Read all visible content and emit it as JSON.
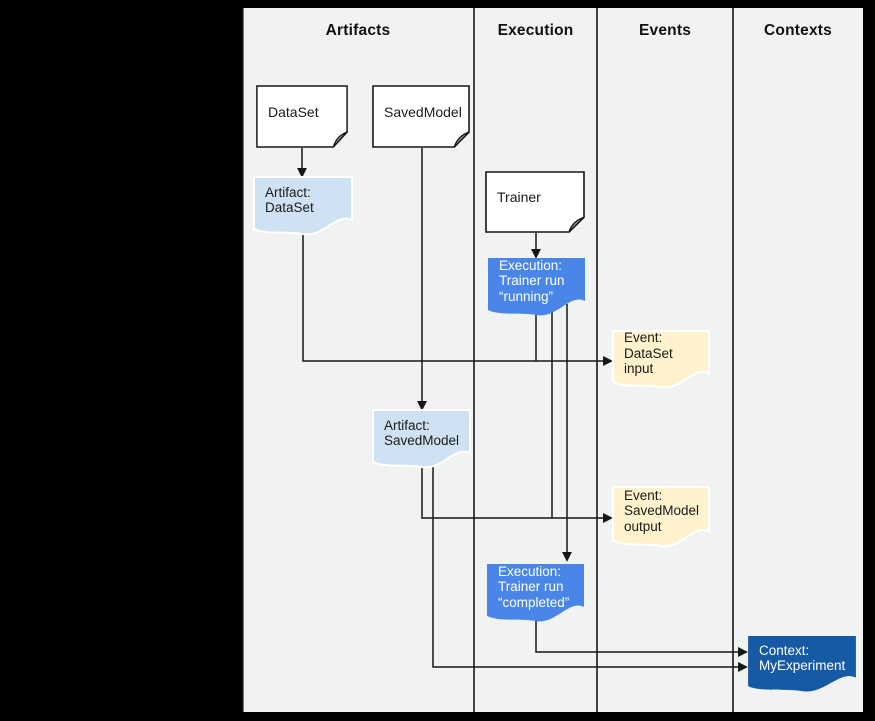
{
  "columns": [
    {
      "id": "artifacts",
      "label": "Artifacts"
    },
    {
      "id": "execution",
      "label": "Execution"
    },
    {
      "id": "events",
      "label": "Events"
    },
    {
      "id": "contexts",
      "label": "Contexts"
    }
  ],
  "nodes": {
    "dataset": {
      "label": "DataSet",
      "shape": "note"
    },
    "savedmodel": {
      "label": "SavedModel",
      "shape": "note"
    },
    "trainer": {
      "label": "Trainer",
      "shape": "note"
    },
    "artifact_dataset": {
      "label": "Artifact:\nDataSet",
      "shape": "document"
    },
    "execution_running": {
      "label": "Execution:\nTrainer run\n“running”",
      "shape": "document"
    },
    "event_dataset_input": {
      "label": "Event:\nDataSet input",
      "shape": "document"
    },
    "artifact_savedmodel": {
      "label": "Artifact:\nSavedModel",
      "shape": "document"
    },
    "event_savedmodel_output": {
      "label": "Event:\nSavedModel\noutput",
      "shape": "document"
    },
    "execution_completed": {
      "label": "Execution:\nTrainer run\n“completed”",
      "shape": "document"
    },
    "context_myexperiment": {
      "label": "Context:\nMyExperiment",
      "shape": "document"
    }
  },
  "edges": [
    {
      "from": "dataset",
      "to": "artifact_dataset"
    },
    {
      "from": "savedmodel",
      "to": "artifact_savedmodel"
    },
    {
      "from": "trainer",
      "to": "execution_running"
    },
    {
      "from": "artifact_dataset",
      "to": "event_dataset_input"
    },
    {
      "from": "execution_running",
      "to": "event_dataset_input"
    },
    {
      "from": "execution_running",
      "to": "event_savedmodel_output"
    },
    {
      "from": "execution_running",
      "to": "execution_completed"
    },
    {
      "from": "artifact_savedmodel",
      "to": "event_savedmodel_output"
    },
    {
      "from": "artifact_savedmodel",
      "to": "context_myexperiment"
    },
    {
      "from": "execution_completed",
      "to": "context_myexperiment"
    }
  ],
  "colors": {
    "page_background": "#000000",
    "canvas_background": "#f1f2f2",
    "line": "#161616",
    "note_fill": "#ffffff",
    "note_fold": "#9c9c9c",
    "artifact_fill": "#cfe2f3",
    "execution_fill": "#4a86e8",
    "event_fill": "#fff2cc",
    "context_fill": "#1659a5",
    "light_stroke": "#ffffff"
  }
}
